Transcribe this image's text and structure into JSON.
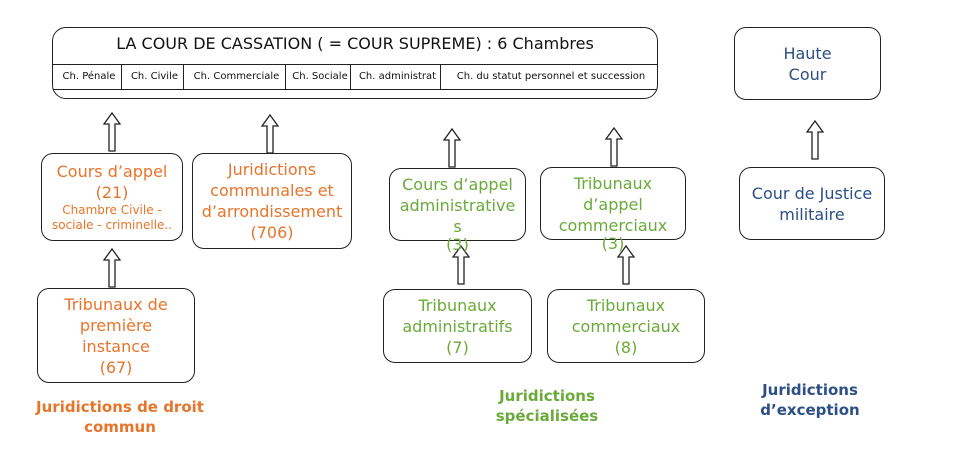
{
  "supreme": {
    "title": "LA COUR DE CASSATION ( = COUR SUPREME) : 6 Chambres",
    "chambers": [
      "Ch. Pénale",
      "Ch. Civile",
      "Ch. Commerciale",
      "Ch. Sociale",
      "Ch. administrat",
      "Ch. du statut personnel et succession"
    ]
  },
  "haute_cour": {
    "line1": "Haute",
    "line2": "Cour"
  },
  "cours_appel": {
    "line1": "Cours d’appel",
    "line2": "(21)",
    "sub1": "Chambre Civile -",
    "sub2": "sociale - criminelle.."
  },
  "juridictions_communales": {
    "line1": "Juridictions",
    "line2": "communales et",
    "line3": "d’arrondissement",
    "line4": "(706)"
  },
  "tribunaux_premiere": {
    "line1": "Tribunaux de",
    "line2": "première",
    "line3": "instance",
    "line4": "(67)"
  },
  "cours_appel_admin": {
    "line1": "Cours d’appel",
    "line2": "administrative",
    "line3": "s",
    "line4": "(3)"
  },
  "tribunaux_appel_comm": {
    "line1": "Tribunaux",
    "line2": "d’appel",
    "line3": "commerciaux",
    "line4": "(3)"
  },
  "tribunaux_admin": {
    "line1": "Tribunaux",
    "line2": "administratifs",
    "line3": "(7)"
  },
  "tribunaux_comm": {
    "line1": "Tribunaux",
    "line2": "commerciaux",
    "line3": "(8)"
  },
  "cour_justice_militaire": {
    "line1": "Cour de Justice",
    "line2": "militaire"
  },
  "labels": {
    "droit_commun_1": "Juridictions de droit",
    "droit_commun_2": "commun",
    "specialisees_1": "Juridictions",
    "specialisees_2": "spécialisées",
    "exception_1": "Juridictions",
    "exception_2": "d’exception"
  },
  "colors": {
    "droit_commun": "#e8742a",
    "specialisees": "#6aaa3a",
    "exception": "#2c4f86"
  }
}
